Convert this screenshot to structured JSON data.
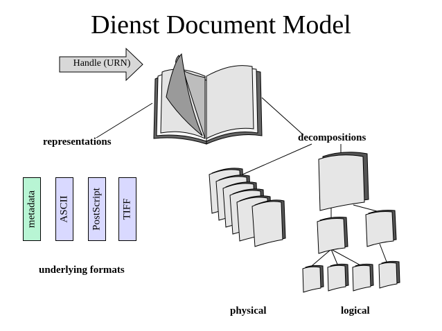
{
  "title": "Dienst Document Model",
  "handle": "Handle (URN)",
  "labels": {
    "representations": "representations",
    "decompositions": "decompositions",
    "underlying_formats": "underlying formats",
    "physical": "physical",
    "logical": "logical"
  },
  "formats": [
    "metadata",
    "ASCII",
    "PostScript",
    "TIFF"
  ],
  "colors": {
    "metadata": "#b8f5d4",
    "formats": "#d9d9ff",
    "page_fill": "#e6e6e6",
    "page_shadow": "#777777",
    "arrow_fill": "#d8d8d8"
  }
}
